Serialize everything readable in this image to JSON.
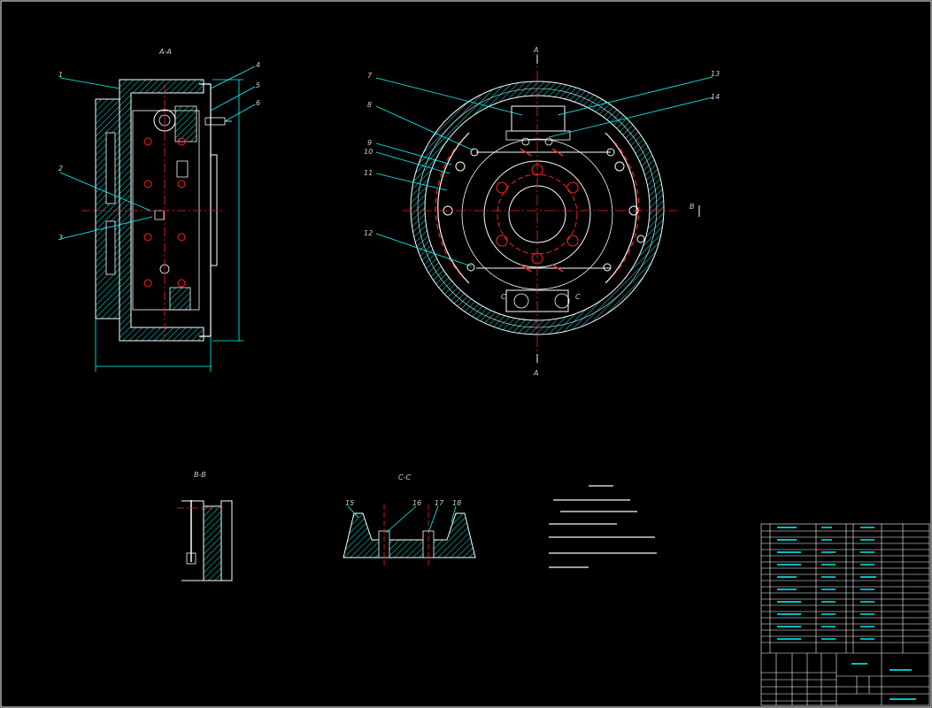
{
  "views": {
    "main_section": "A-A",
    "front_top_cut": "A",
    "front_bottom_cut": "A",
    "front_right_cut": "B",
    "section_b": "B-B",
    "section_c": "C-C",
    "c_mark_left": "C",
    "c_mark_right": "C"
  },
  "callouts": {
    "p1": "1",
    "p2": "2",
    "p3": "3",
    "p4": "4",
    "p5": "5",
    "p6": "6",
    "p7": "7",
    "p8": "8",
    "p9": "9",
    "p10": "10",
    "p11": "11",
    "p12": "12",
    "p13": "13",
    "p14": "14",
    "p15": "15",
    "p16": "16",
    "p17": "17",
    "p18": "18"
  },
  "colors": {
    "background": "#000000",
    "outline": "#ffffff",
    "dimension": "#00ffff",
    "centerline": "#ff2020",
    "hatch": "#00c8c8",
    "leader": "#00ffff"
  }
}
